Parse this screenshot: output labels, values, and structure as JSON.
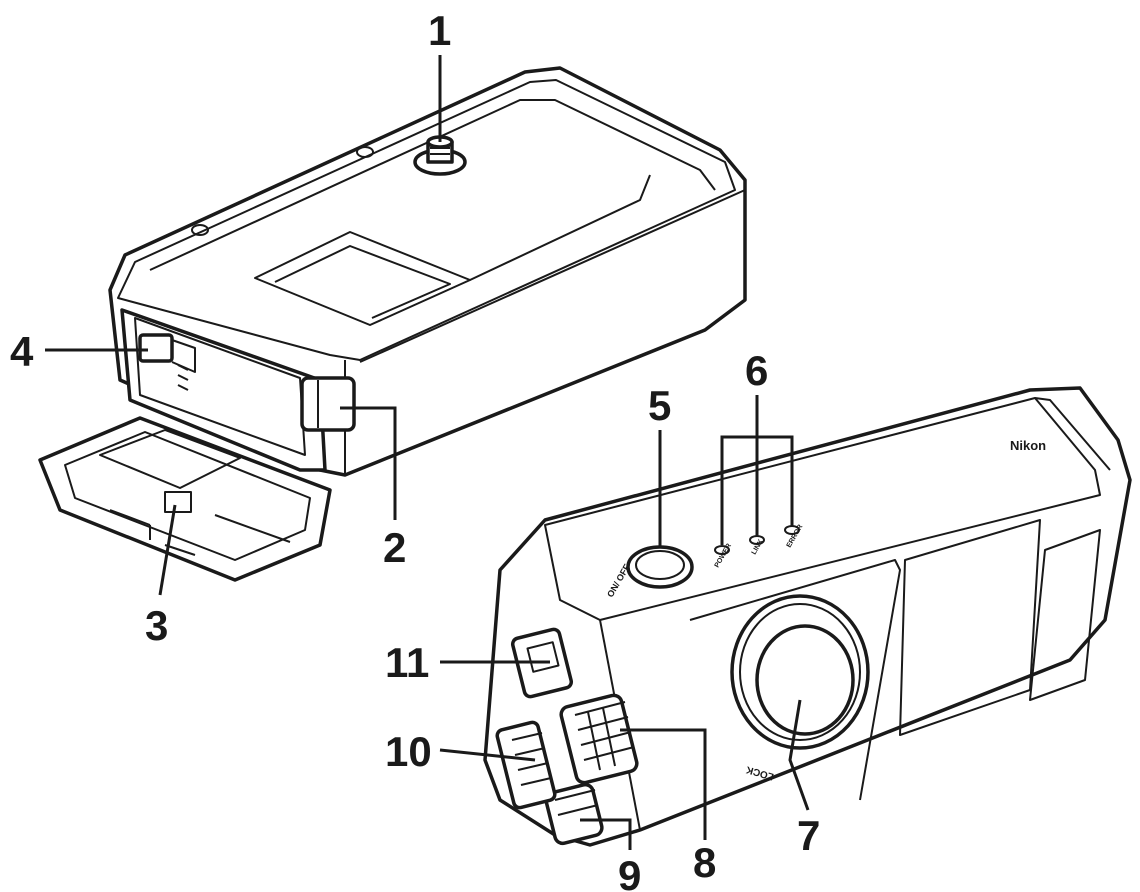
{
  "callouts": {
    "c1": "1",
    "c2": "2",
    "c3": "3",
    "c4": "4",
    "c5": "5",
    "c6": "6",
    "c7": "7",
    "c8": "8",
    "c9": "9",
    "c10": "10",
    "c11": "11"
  },
  "device_labels": {
    "brand": "Nikon",
    "power_switch": "ON/\nOFF",
    "led_power": "POWER",
    "led_link": "LINK",
    "led_error": "ERROR",
    "lock_mark": "LOCK"
  },
  "colors": {
    "ink": "#1a1a1a",
    "paper": "#ffffff"
  }
}
